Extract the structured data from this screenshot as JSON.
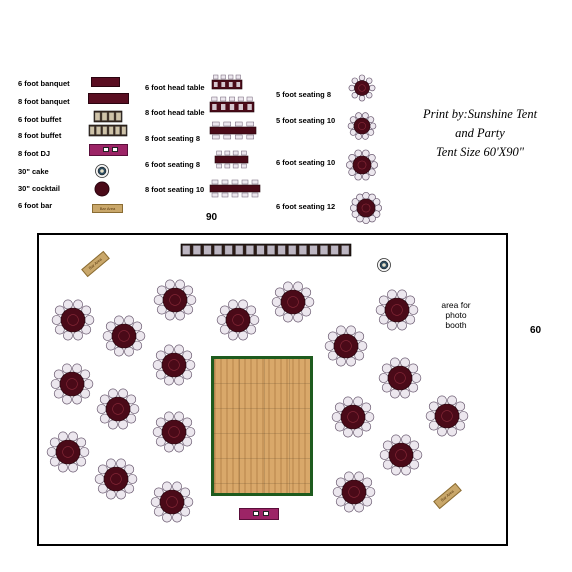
{
  "legend": {
    "left": [
      "6 foot banquet",
      "8 foot banquet",
      "6 foot buffet",
      "8 foot buffet",
      "8 foot DJ",
      "30\" cake",
      "30\" cocktail",
      "6 foot bar"
    ],
    "middle": [
      "6 foot head table",
      "8 foot head table",
      "8 foot seating 8",
      "6 foot seating 8",
      "8 foot seating 10"
    ],
    "right": [
      "5 foot seating 8",
      "5 foot seating 10",
      "6 foot seating 10",
      "6 foot seating 12"
    ],
    "bar_sign": "Bar Area"
  },
  "credit": [
    "Print by:Sunshine Tent",
    "and Party",
    "Tent Size 60'X90\""
  ],
  "dimensions": {
    "length": "90",
    "width": "60"
  },
  "floor": {
    "booth_note": [
      "area for",
      "photo",
      "booth"
    ],
    "bar_sign": "Bar Area"
  },
  "colors": {
    "table_fill": "#4a0a18",
    "chair_fill": "#ece7ee",
    "chair_stroke": "#6a5a70",
    "dance_floor_border": "#1e5b1e",
    "dj_fill": "#9c2466",
    "bar_fill": "#c9a76a"
  },
  "icons": {
    "round_table": "round-table-icon",
    "cake": "cake-icon",
    "bar": "bar-icon",
    "dj": "dj-booth-icon"
  }
}
